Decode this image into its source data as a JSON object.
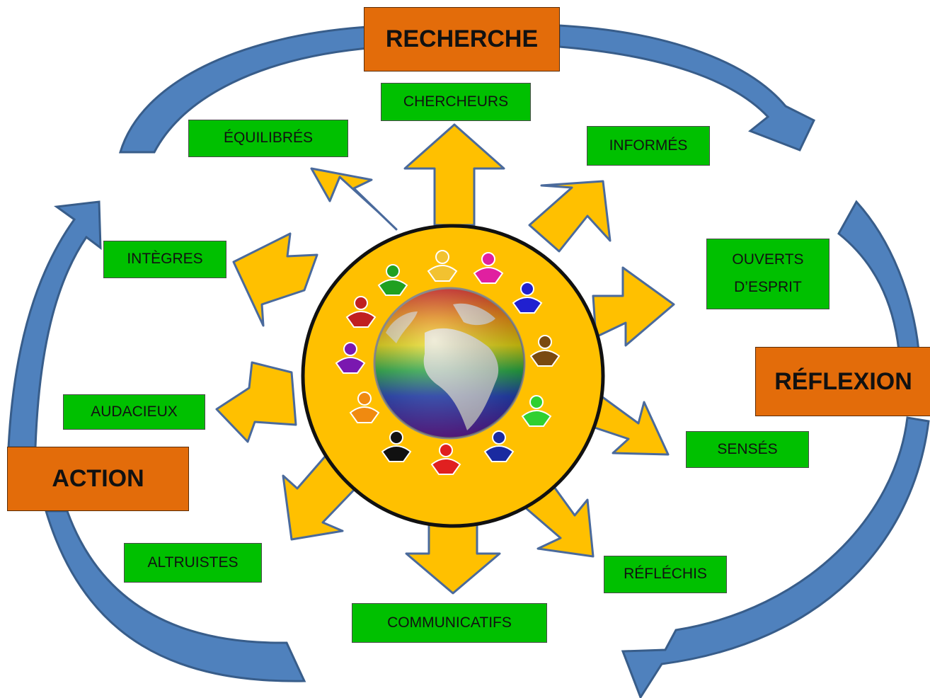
{
  "phases": {
    "recherche": "RECHERCHE",
    "reflexion": "RÉFLEXION",
    "action": "ACTION"
  },
  "traits": {
    "chercheurs": "CHERCHEURS",
    "informes": "INFORMÉS",
    "ouverts": "OUVERTS\nD’ESPRIT",
    "senses": "SENSÉS",
    "reflechis": "RÉFLÉCHIS",
    "communicatifs": "COMMUNICATIFS",
    "altruistes": "ALTRUISTES",
    "audacieux": "AUDACIEUX",
    "integres": "INTÈGRES",
    "equilibres": "ÉQUILIBRÉS"
  },
  "colors": {
    "cycle_arrow": "#4f81bd",
    "cycle_arrow_edge": "#385d8a",
    "phase_box": "#e36c0a",
    "trait_box": "#00c000",
    "radial_arrow": "#ffc000",
    "radial_arrow_edge": "#4a6a9c",
    "center_disc": "#ffc000"
  },
  "icons": {
    "center": "globe-with-people-icon"
  }
}
